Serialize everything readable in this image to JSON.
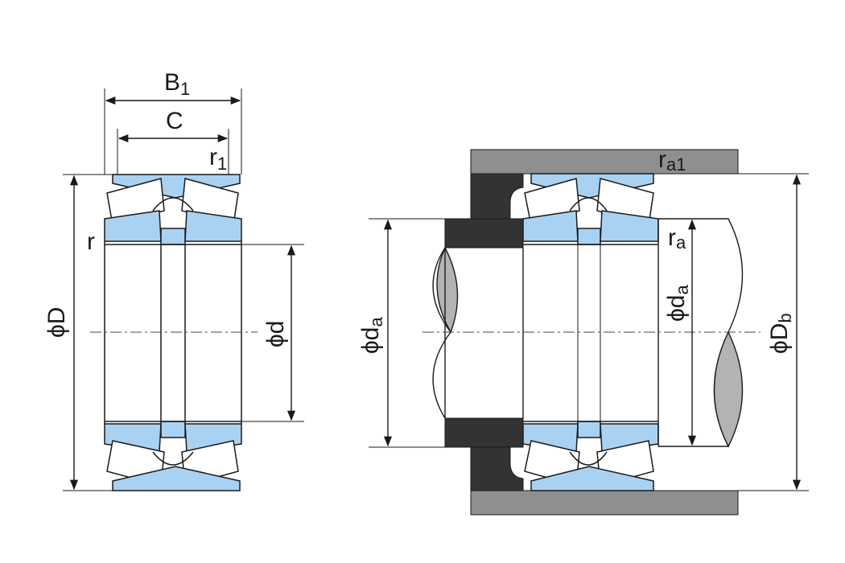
{
  "left_view": {
    "labels": {
      "overall_width_main": "B",
      "overall_width_sub": "1",
      "cup_width": "C",
      "chamfer_outer_main": "r",
      "chamfer_outer_sub": "1",
      "chamfer_inner": "r",
      "outer_diameter": "ϕD",
      "bore_diameter": "ϕd"
    }
  },
  "right_view": {
    "labels": {
      "housing_chamfer_main": "r",
      "housing_chamfer_sub": "a1",
      "shaft_chamfer_main": "r",
      "shaft_chamfer_sub": "a",
      "shaft_shoulder_main": "ϕd",
      "shaft_shoulder_sub": "a",
      "inner_abutment_main": "ϕd",
      "inner_abutment_sub": "a",
      "housing_shoulder_main": "ϕD",
      "housing_shoulder_sub": "b"
    }
  },
  "colors": {
    "bearing_blue": "#a9d2f2",
    "roller_white": "#ffffff",
    "spacer_dark": "#333333",
    "housing_gray": "#8f8f8f",
    "shaft_section_gray": "#b3b3b3",
    "outline": "#1a1a1a"
  }
}
